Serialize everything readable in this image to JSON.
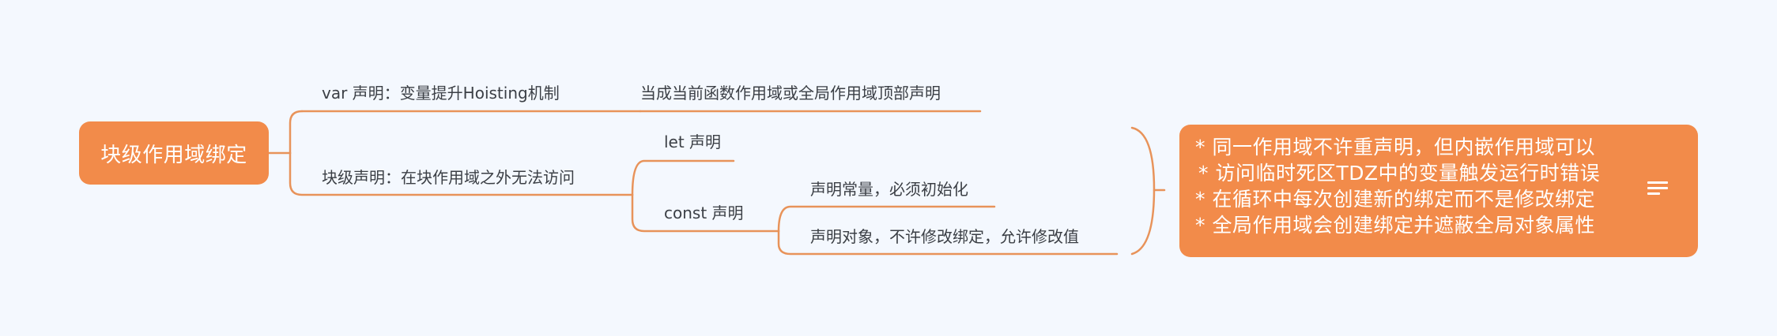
{
  "mindmap": {
    "root": {
      "label": "块级作用域绑定"
    },
    "branches": [
      {
        "label": "var 声明：变量提升Hoisting机制",
        "children": [
          {
            "label": "当成当前函数作用域或全局作用域顶部声明"
          }
        ]
      },
      {
        "label": "块级声明：在块作用域之外无法访问",
        "children": [
          {
            "label": "let 声明"
          },
          {
            "label": "const 声明",
            "children": [
              {
                "label": "声明常量，必须初始化"
              },
              {
                "label": "声明对象，不许修改绑定，允许修改值"
              }
            ]
          }
        ]
      }
    ],
    "summary": {
      "lines": [
        "* 同一作用域不许重声明，但内嵌作用域可以",
        "* 访问临时死区TDZ中的变量触发运行时错误",
        "* 在循环中每次创建新的绑定而不是修改绑定",
        "* 全局作用域会创建绑定并遮蔽全局对象属性"
      ],
      "icon": "notes-icon"
    },
    "colors": {
      "background": "#f4f8fe",
      "accent": "#f28b4a",
      "line": "#e8935a",
      "text": "#3b3f45",
      "node_text": "#ffffff"
    }
  }
}
